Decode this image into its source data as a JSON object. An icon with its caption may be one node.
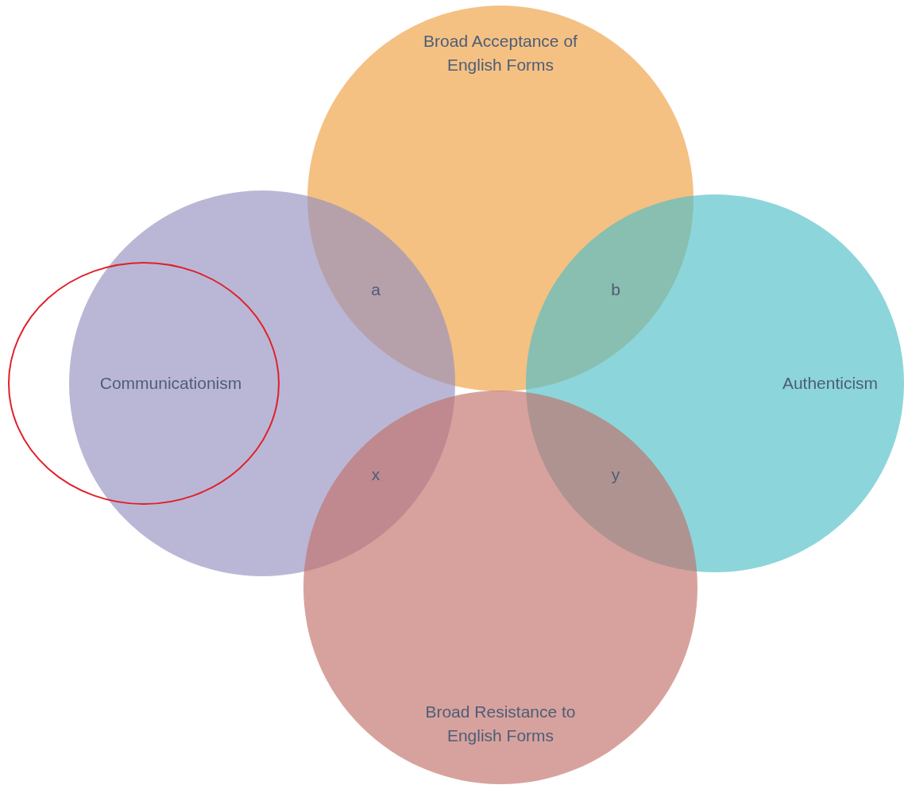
{
  "diagram": {
    "nodes": [
      {
        "text": [
          "Broad Acceptance of English Forms"
        ]
      },
      {
        "text": [
          "Communicationism"
        ]
      },
      {
        "text": [
          "Authenticism"
        ]
      },
      {
        "text": [
          "Broad Resistance to English Forms"
        ]
      }
    ],
    "labels": [
      "a",
      "b",
      "x",
      "y"
    ]
  }
}
